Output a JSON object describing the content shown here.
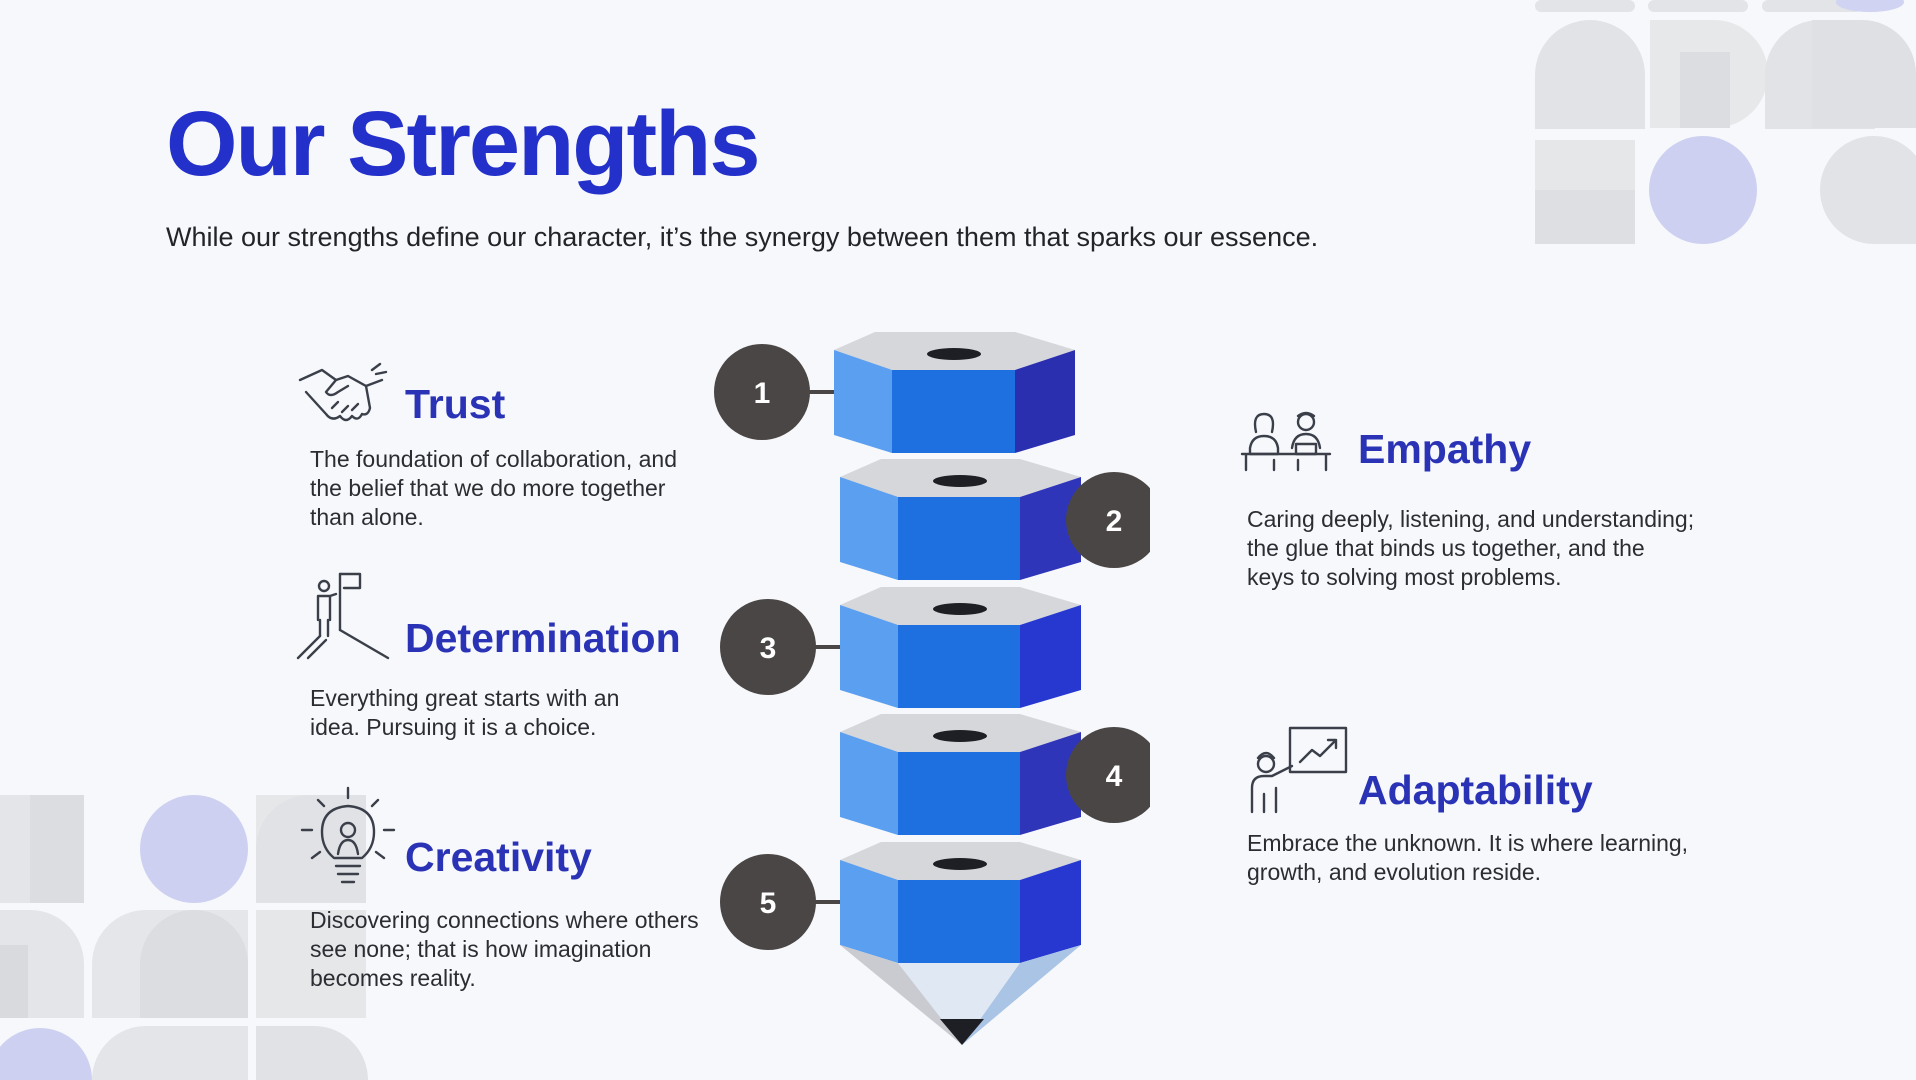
{
  "title": "Our Strengths",
  "subtitle": "While our strengths define our character, it’s the synergy between them that sparks our essence.",
  "strengths": [
    {
      "number": "1",
      "label": "Trust",
      "desc": "The foundation of collaboration, and the belief that we do more together than alone.",
      "icon": "handshake-icon"
    },
    {
      "number": "2",
      "label": "Empathy",
      "desc": "Caring deeply, listening, and understanding; the glue that binds us together, and the keys to solving most problems.",
      "icon": "people-meeting-icon"
    },
    {
      "number": "3",
      "label": "Determination",
      "desc": "Everything great starts with an idea. Pursuing it is a choice.",
      "icon": "person-flag-icon"
    },
    {
      "number": "4",
      "label": "Adaptability",
      "desc": "Embrace the unknown. It is where learning, growth, and evolution reside.",
      "icon": "growth-chart-presenter-icon"
    },
    {
      "number": "5",
      "label": "Creativity",
      "desc": "Discovering connections where others see none; that is how imagination becomes reality.",
      "icon": "lightbulb-person-icon"
    }
  ],
  "colors": {
    "title": "#2330c9",
    "label": "#2a33b5",
    "circle": "#4a4645",
    "pencil_light": "#5b9ff0",
    "pencil_mid": "#1e6fe0",
    "pencil_dark": "#2a2fb0",
    "pencil_top": "#d6d7db",
    "deco_gray": "#e4e5e8",
    "deco_purple": "#cdd0f0"
  }
}
